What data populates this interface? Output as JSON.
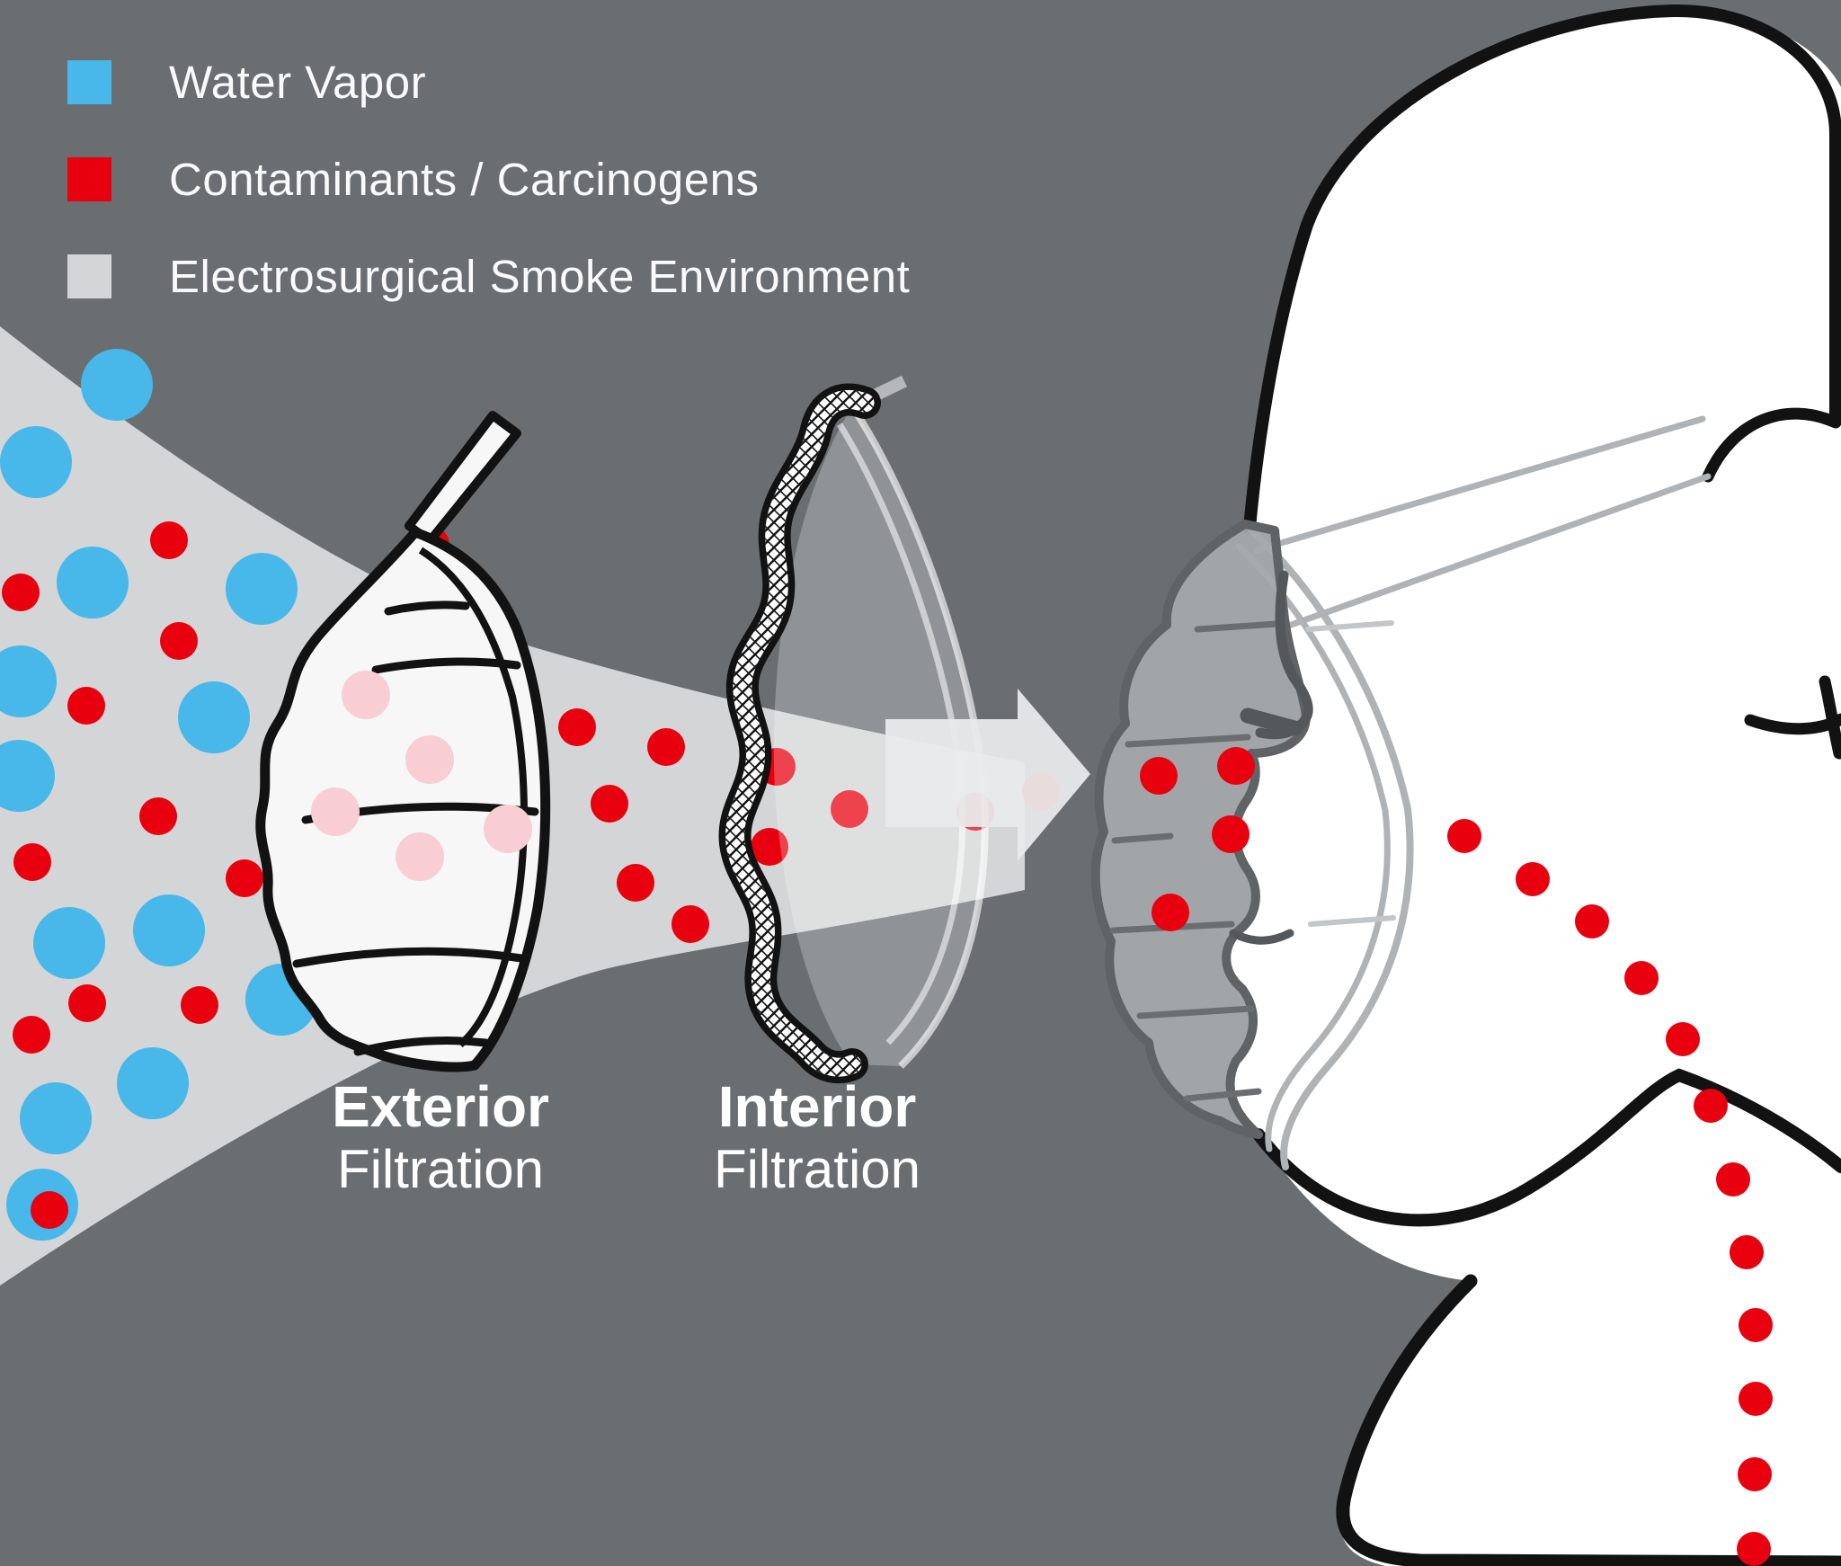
{
  "legend": {
    "items": [
      {
        "id": "water-vapor",
        "label": "Water Vapor",
        "color": "#47b8e9"
      },
      {
        "id": "contaminants",
        "label": "Contaminants / Carcinogens",
        "color": "#e8000e"
      },
      {
        "id": "smoke-env",
        "label": "Electrosurgical Smoke Environment",
        "color": "#d3d5d6"
      }
    ]
  },
  "labels": {
    "exterior_title": "Exterior",
    "exterior_subtitle": "Filtration",
    "interior_title": "Interior",
    "interior_subtitle": "Filtration"
  },
  "colors": {
    "background": "#6a6e71",
    "smoke_cone": "#d3d5d6",
    "arrow": "#e9eaeb",
    "outline": "#121212",
    "mask_overlay": "#a6a9ab",
    "pink_filtered": "#f9cdd4",
    "water_vapor": "#47b8e9",
    "contaminant": "#e8000e"
  },
  "particles": {
    "water_vapor": {
      "color": "#47b8e9",
      "r": 40,
      "points": [
        [
          130,
          428
        ],
        [
          40,
          514
        ],
        [
          103,
          648
        ],
        [
          291,
          655
        ],
        [
          23,
          758
        ],
        [
          238,
          798
        ],
        [
          21,
          863
        ],
        [
          77,
          1049
        ],
        [
          188,
          1035
        ],
        [
          313,
          1112
        ],
        [
          170,
          1205
        ],
        [
          62,
          1244
        ],
        [
          47,
          1340
        ]
      ]
    },
    "contaminants_cone": {
      "color": "#e8000e",
      "r": 21,
      "points": [
        [
          188,
          601
        ],
        [
          23,
          659
        ],
        [
          199,
          713
        ],
        [
          96,
          785
        ],
        [
          176,
          908
        ],
        [
          36,
          959
        ],
        [
          272,
          977
        ],
        [
          97,
          1116
        ],
        [
          222,
          1118
        ],
        [
          35,
          1151
        ],
        [
          55,
          1346
        ],
        [
          479,
          606
        ],
        [
          538,
          693
        ]
      ]
    },
    "contaminants_mid": {
      "color": "#e8000e",
      "r": 21,
      "points": [
        [
          642,
          809
        ],
        [
          741,
          831
        ],
        [
          678,
          894
        ],
        [
          707,
          982
        ],
        [
          768,
          1028
        ],
        [
          864,
          853
        ],
        [
          945,
          900
        ],
        [
          856,
          942
        ],
        [
          1085,
          903
        ],
        [
          1158,
          880
        ]
      ]
    },
    "contaminants_face": {
      "color": "#e8000e",
      "r": 21,
      "points": [
        [
          1289,
          863
        ],
        [
          1375,
          852
        ],
        [
          1369,
          928
        ],
        [
          1302,
          1015
        ]
      ]
    },
    "contaminants_trail": {
      "color": "#e8000e",
      "r": 19,
      "points": [
        [
          1629,
          930
        ],
        [
          1705,
          978
        ],
        [
          1771,
          1025
        ],
        [
          1826,
          1088
        ],
        [
          1872,
          1156
        ],
        [
          1903,
          1230
        ],
        [
          1928,
          1312
        ],
        [
          1943,
          1393
        ],
        [
          1953,
          1474
        ],
        [
          1953,
          1556
        ],
        [
          1952,
          1640
        ],
        [
          1951,
          1723
        ]
      ]
    },
    "filtered_pink": {
      "color": "#f9cdd4",
      "r": 27,
      "points": [
        [
          407,
          773
        ],
        [
          478,
          845
        ],
        [
          373,
          903
        ],
        [
          565,
          922
        ],
        [
          467,
          953
        ]
      ]
    }
  }
}
